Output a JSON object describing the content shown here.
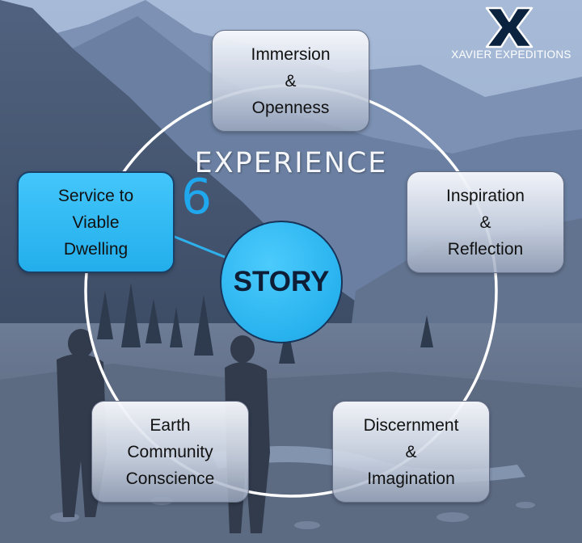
{
  "brand": {
    "name": "XAVIER EXPEDITIONS",
    "logo_icon": "x-logo-icon"
  },
  "diagram": {
    "title": "EXPERIENCE",
    "center_label": "STORY",
    "active_step_number": "6",
    "nodes": [
      {
        "id": "immersion",
        "lines": [
          "Immersion",
          "&",
          "Openness"
        ],
        "active": false
      },
      {
        "id": "inspiration",
        "lines": [
          "Inspiration",
          "&",
          "Reflection"
        ],
        "active": false
      },
      {
        "id": "discernment",
        "lines": [
          "Discernment",
          "&",
          "Imagination"
        ],
        "active": false
      },
      {
        "id": "earth",
        "lines": [
          "Earth",
          "Community",
          "Conscience"
        ],
        "active": false
      },
      {
        "id": "service",
        "lines": [
          "Service to",
          "Viable",
          "Dwelling"
        ],
        "active": true
      }
    ]
  },
  "colors": {
    "accent_blue": "#23aeeb",
    "step_number": "#1fa8ee",
    "ring": "#ffffff",
    "center_text": "#0d1e36"
  }
}
